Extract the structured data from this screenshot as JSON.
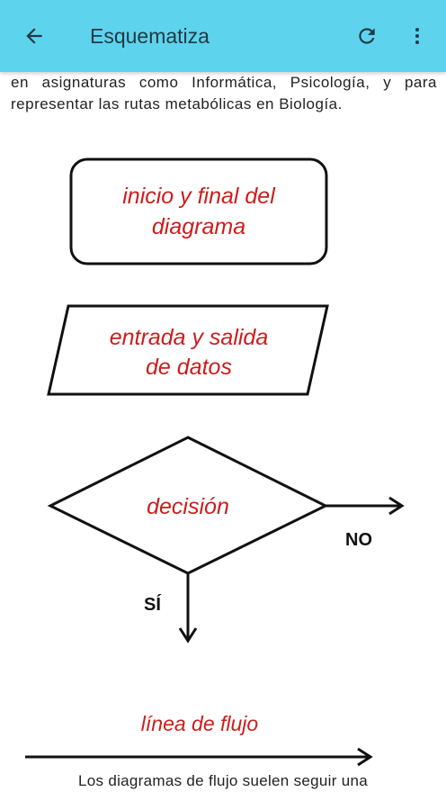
{
  "appbar": {
    "title": "Esquematiza",
    "back_icon": "arrow-left-icon",
    "reload_icon": "reload-icon",
    "more_icon": "more-vertical-icon",
    "background_color": "#5ed3ee"
  },
  "article": {
    "intro_text": "en asignaturas como Informática, Psicología, y para representar las rutas metabólicas en Biología.",
    "outro_text": "Los diagramas de flujo suelen seguir una"
  },
  "diagram": {
    "terminal_line1": "inicio y final del",
    "terminal_line2": "diagrama",
    "io_line1": "entrada y salida",
    "io_line2": "de datos",
    "decision_label": "decisión",
    "no_label": "NO",
    "yes_label": "SÍ",
    "flow_label": "línea de flujo",
    "text_color": "#cc1d1d"
  }
}
